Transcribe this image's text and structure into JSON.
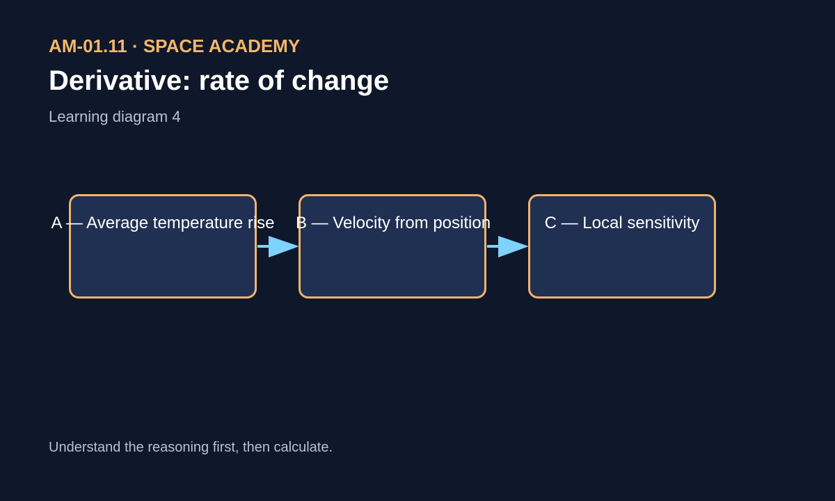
{
  "header": {
    "kicker": "AM-01.11 · SPACE ACADEMY",
    "title": "Derivative: rate of change",
    "subtitle": "Learning diagram 4"
  },
  "diagram": {
    "nodes": [
      {
        "label": "A — Average temperature rise"
      },
      {
        "label": "B — Velocity from position"
      },
      {
        "label": "C — Local sensitivity"
      }
    ],
    "edges": [
      {
        "from": "A",
        "to": "B"
      },
      {
        "from": "B",
        "to": "C"
      }
    ],
    "colors": {
      "node_fill": "#1f3052",
      "node_border": "#f0b46c",
      "arrow": "#7dd3fc"
    }
  },
  "footer": {
    "note": "Understand the reasoning first, then calculate."
  }
}
